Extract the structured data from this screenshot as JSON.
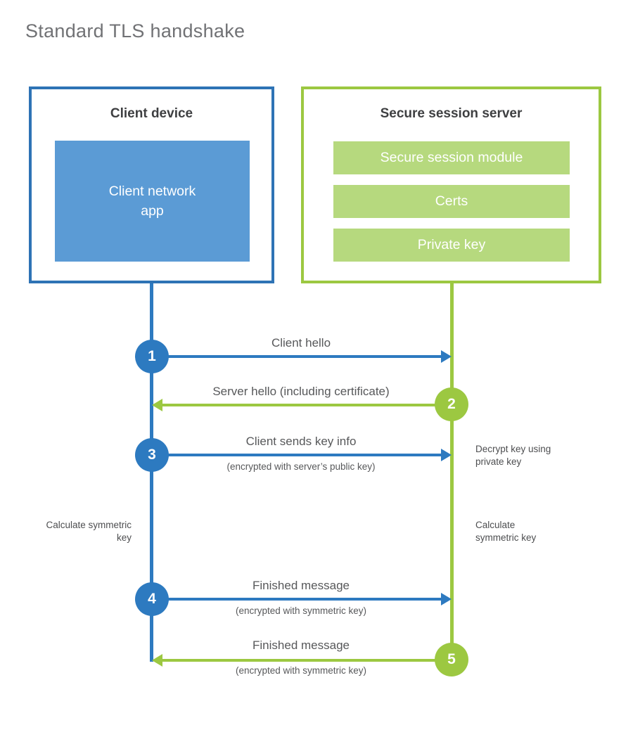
{
  "title": "Standard TLS handshake",
  "client": {
    "header": "Client device",
    "app_lines": [
      "Client network",
      "app"
    ]
  },
  "server": {
    "header": "Secure session server",
    "modules": [
      "Secure session module",
      "Certs",
      "Private key"
    ]
  },
  "steps": [
    {
      "num": "1",
      "label": "Client hello",
      "from": "client",
      "to": "server"
    },
    {
      "num": "2",
      "label": "Server hello (including certificate)",
      "from": "server",
      "to": "client"
    },
    {
      "num": "3",
      "label": "Client sends key info",
      "sublabel": "(encrypted with server’s public key)",
      "from": "client",
      "to": "server"
    },
    {
      "num": "4",
      "label": "Finished message",
      "sublabel": "(encrypted with symmetric key)",
      "from": "client",
      "to": "server"
    },
    {
      "num": "5",
      "label": "Finished message",
      "sublabel": "(encrypted with symmetric key)",
      "from": "server",
      "to": "client"
    }
  ],
  "annotations": {
    "decrypt_key": "Decrypt key using private key",
    "calculate_left": "Calculate symmetric key",
    "calculate_right": "Calculate symmetric key"
  },
  "colors": {
    "blue": "#2d7ac0",
    "blue_border": "#2e73b5",
    "blue_fill": "#5b9bd5",
    "green": "#9cc841",
    "green_fill": "#b6d97e",
    "heading_text": "#3e3f41",
    "label_text": "#57585a",
    "note_text": "#4d4e50",
    "title_text": "#717275"
  }
}
